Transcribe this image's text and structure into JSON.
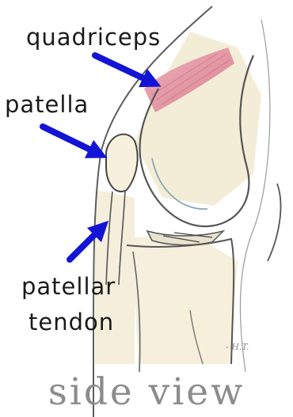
{
  "labels": {
    "quadriceps": "quadriceps",
    "patella": "patella",
    "patellar_tendon_line1": "patellar",
    "patellar_tendon_line2": "tendon"
  },
  "signature": "- H.T.",
  "title": "side view",
  "colors": {
    "arrow": "#1414d6",
    "muscle": "#e49aa8",
    "bone_wash": "#f1ead2",
    "outline": "#5e5e5e",
    "title": "#8c8c8c"
  }
}
